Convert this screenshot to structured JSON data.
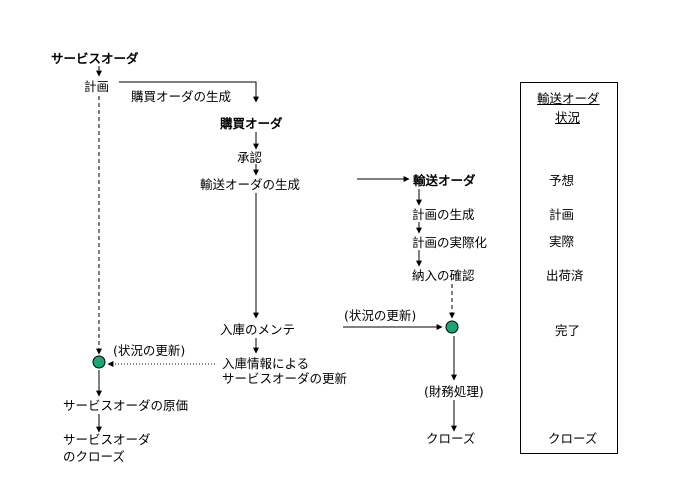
{
  "left": {
    "service_order": "サービスオーダ",
    "plan": "計画",
    "status_update": "(状況の更新)",
    "service_order_cost": "サービスオーダの原価",
    "service_order_close_line1": "サービスオーダ",
    "service_order_close_line2": "のクローズ"
  },
  "middle": {
    "po_generation": "購買オーダの生成",
    "purchase_order": "購買オーダ",
    "approval": "承認",
    "to_generation": "輸送オーダの生成",
    "goods_receipt_maint": "入庫のメンテ",
    "gr_info_line1": "入庫情報による",
    "gr_info_line2": "サービスオーダの更新"
  },
  "right": {
    "transport_order": "輸送オーダ",
    "plan_generation": "計画の生成",
    "plan_realization": "計画の実際化",
    "delivery_confirm": "納入の確認",
    "status_update": "(状況の更新)",
    "financial_processing": "(財務処理)",
    "close": "クローズ"
  },
  "status_panel": {
    "title_line1": "輸送オーダ",
    "title_line2": "状況",
    "states": [
      "予想",
      "計画",
      "実際",
      "出荷済",
      "完了",
      "クローズ"
    ]
  },
  "colors": {
    "node_fill": "#1aa57a",
    "line": "#000000"
  }
}
